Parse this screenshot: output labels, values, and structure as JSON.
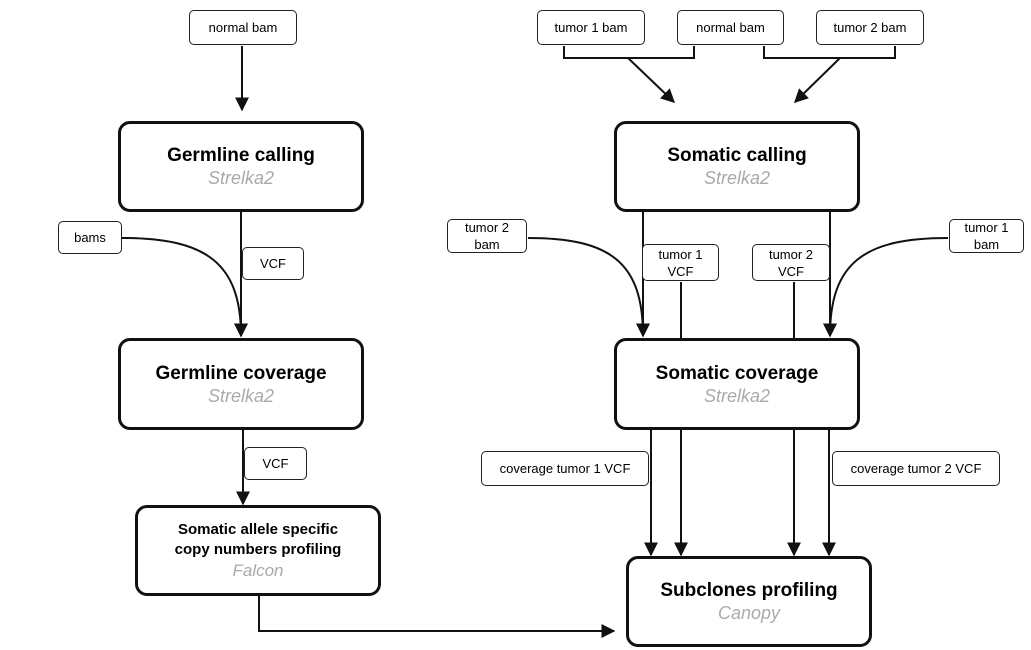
{
  "inputs": {
    "normal_bam_left": "normal bam",
    "tumor1_bam_top": "tumor 1 bam",
    "normal_bam_top": "normal bam",
    "tumor2_bam_top": "tumor 2 bam",
    "bams": "bams",
    "tumor2_bam_side": "tumor 2\nbam",
    "tumor1_bam_side": "tumor 1\nbam"
  },
  "edge_labels": {
    "vcf_1": "VCF",
    "vcf_2": "VCF",
    "tumor1_vcf": "tumor 1\nVCF",
    "tumor2_vcf": "tumor 2\nVCF",
    "coverage_tumor1_vcf": "coverage tumor 1 VCF",
    "coverage_tumor2_vcf": "coverage tumor 2 VCF"
  },
  "steps": {
    "germline_calling": {
      "title": "Germline calling",
      "tool": "Strelka2"
    },
    "germline_coverage": {
      "title": "Germline coverage",
      "tool": "Strelka2"
    },
    "ascn_profiling": {
      "title": "Somatic allele specific\ncopy numbers profiling",
      "tool": "Falcon"
    },
    "somatic_calling": {
      "title": "Somatic calling",
      "tool": "Strelka2"
    },
    "somatic_coverage": {
      "title": "Somatic coverage",
      "tool": "Strelka2"
    },
    "subclones_profiling": {
      "title": "Subclones profiling",
      "tool": "Canopy"
    }
  },
  "colors": {
    "line": "#111111",
    "tool_text": "#aaaaaa"
  }
}
